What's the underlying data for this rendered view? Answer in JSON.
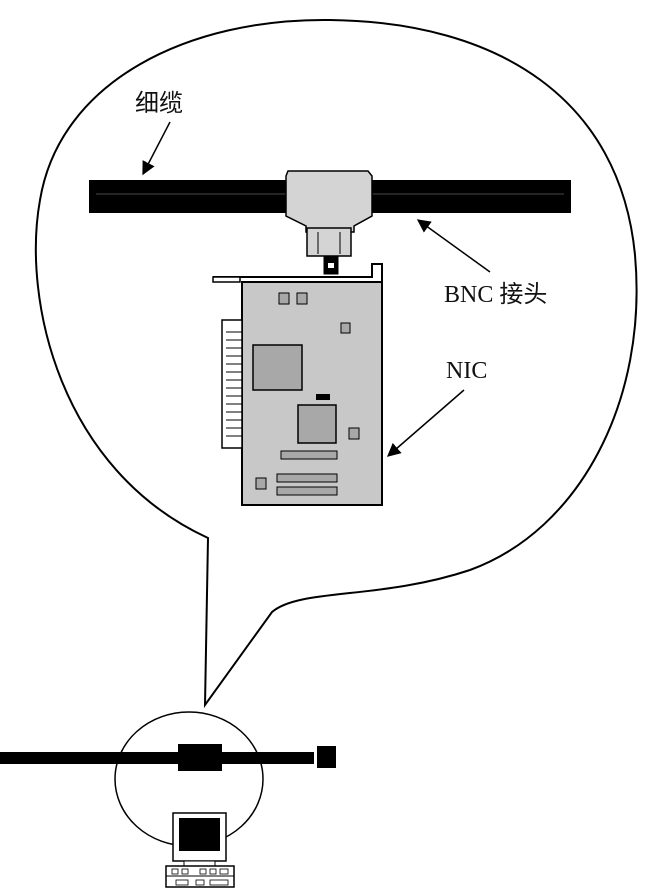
{
  "labels": {
    "thin_cable": "细缆",
    "bnc_connector": "BNC 接头",
    "nic": "NIC"
  },
  "colors": {
    "cable": "#000000",
    "card": "#c8c8c8",
    "chip_large": "#a8a8a8",
    "connector": "#d4d4d4",
    "outline": "#000000"
  }
}
